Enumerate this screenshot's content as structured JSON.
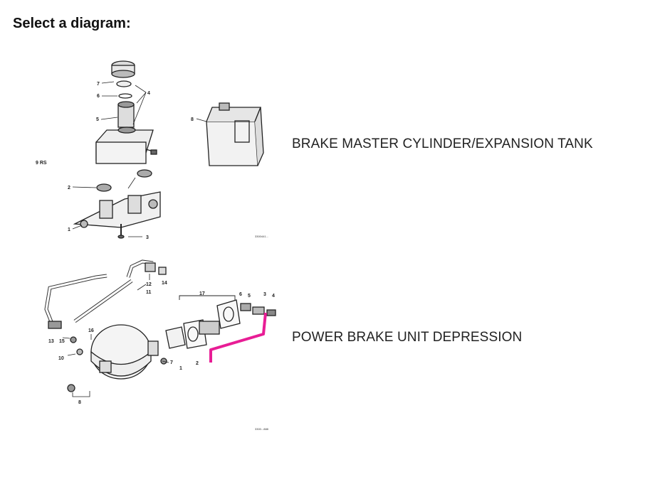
{
  "page": {
    "heading": "Select a diagram:"
  },
  "diagrams": [
    {
      "label": "BRAKE MASTER CYLINDER/EXPANSION TANK",
      "callouts": {
        "c7": "7",
        "c6": "6",
        "c5": "5",
        "c4": "4",
        "c9": "9",
        "c8": "8",
        "c2": "2",
        "c1": "1",
        "c3": "3",
        "side": "9 RS",
        "code": "3300441..."
      }
    },
    {
      "label": "POWER BRAKE UNIT DEPRESSION",
      "callouts": {
        "c12": "12",
        "c14": "14",
        "c11": "11",
        "c17": "17",
        "c6": "6",
        "c5": "5",
        "c3": "3",
        "c4": "4",
        "c16": "16",
        "c13": "13",
        "c15": "15",
        "c10": "10",
        "c7": "7",
        "c1": "1",
        "c2": "2",
        "c8": "8",
        "code": "3300...888"
      },
      "highlight_color": "#e81d95"
    }
  ]
}
